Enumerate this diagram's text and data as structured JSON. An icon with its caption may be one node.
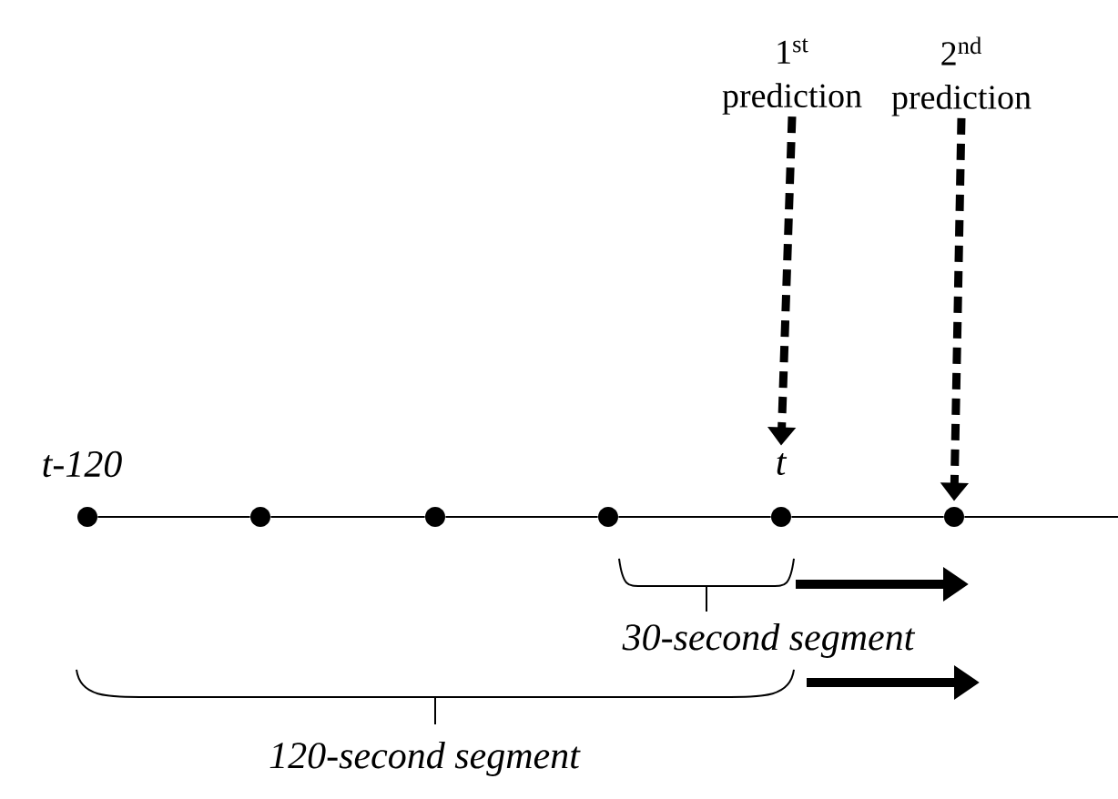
{
  "diagram": {
    "nodes": [
      {
        "text": [
          "1$^{st}$ prediction"
        ]
      },
      {
        "text": [
          "2$^{nd}$ prediction"
        ]
      },
      {
        "text": [
          "*t*"
        ]
      },
      {
        "text": [],
        "shape": "circle"
      },
      {
        "text": [],
        "shape": "circle"
      },
      {
        "text": [],
        "shape": "circle"
      },
      {
        "text": [],
        "shape": "circle"
      },
      {
        "text": [],
        "shape": "circle"
      },
      {
        "text": [],
        "shape": "circle"
      }
    ],
    "edges": [
      {
        "from": 0,
        "to": 2,
        "arrow": "to",
        "style": "dashed"
      },
      {
        "from": 1,
        "to": 8,
        "arrow": "to",
        "style": "dashed"
      },
      {
        "from": 3,
        "to": 4,
        "arrow": "none"
      },
      {
        "from": 4,
        "to": 5,
        "arrow": "none"
      },
      {
        "from": 5,
        "to": 6,
        "arrow": "none"
      },
      {
        "from": 6,
        "to": 7,
        "arrow": "none"
      },
      {
        "from": 7,
        "to": 8,
        "arrow": "none"
      }
    ],
    "labels": [
      "t-120",
      "30-second segment",
      "120-second segment"
    ]
  }
}
